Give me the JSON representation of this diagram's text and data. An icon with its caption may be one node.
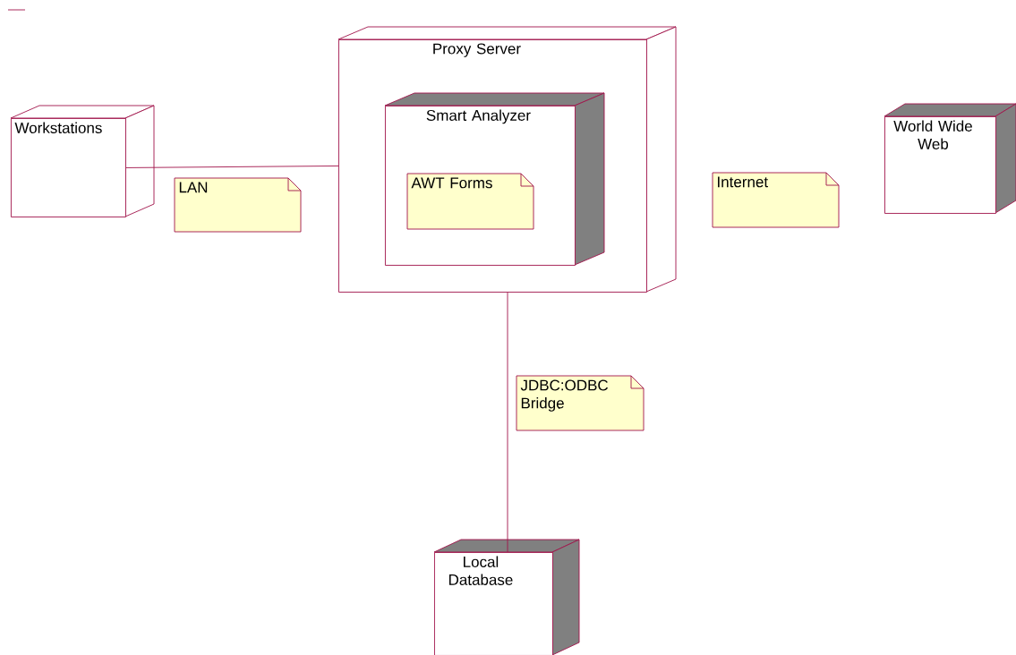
{
  "diagram": {
    "nodes": [
      {
        "text": [
          "Workstations"
        ]
      },
      {
        "text": [
          "Proxy Server"
        ]
      },
      {
        "text": [
          "Smart Analyzer"
        ],
        "in": 1
      },
      {
        "text": [
          "AWT Forms"
        ],
        "in": 2
      },
      {
        "text": [
          "LAN"
        ]
      },
      {
        "text": [
          "Internet"
        ]
      },
      {
        "text": [
          "World Wide Web"
        ]
      },
      {
        "text": [
          "JDBC:ODBC Bridge"
        ]
      },
      {
        "text": [
          "Local Database"
        ]
      }
    ],
    "edges": [
      {
        "from": 0,
        "to": 1,
        "arrow": "none"
      },
      {
        "from": 1,
        "to": 8,
        "arrow": "none"
      }
    ]
  }
}
